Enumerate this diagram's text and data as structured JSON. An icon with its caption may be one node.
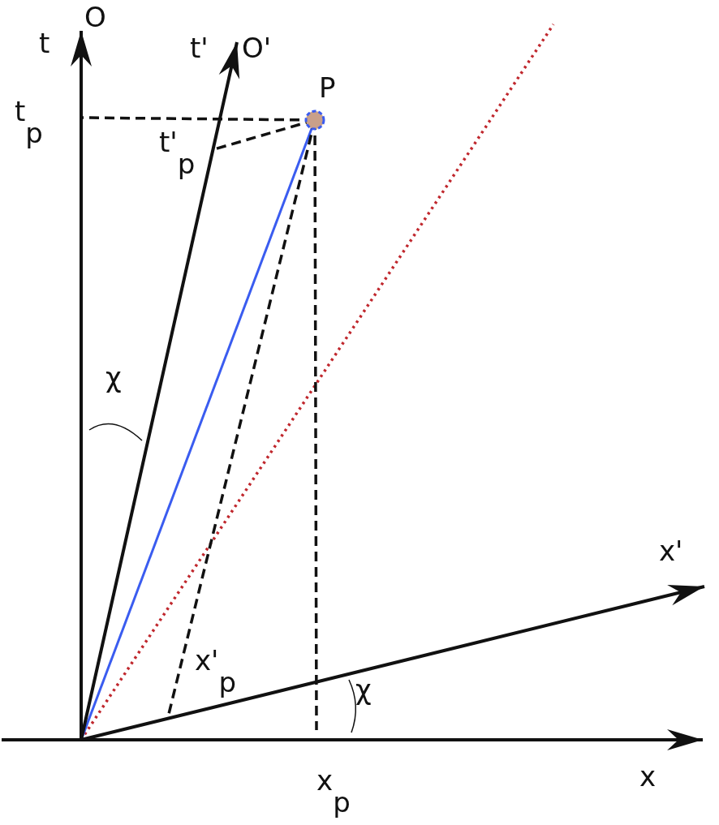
{
  "diagram": {
    "nodes": [
      {
        "text": [],
        "shape": "circle",
        "beside": [
          "P"
        ]
      }
    ],
    "labels": [
      "O",
      "t'",
      "O'",
      "t",
      "t$_{p}$",
      "t'$_{p}$",
      "χ",
      "x'",
      "x'$_{p}$",
      "χ",
      "x",
      "x$_{p}$"
    ]
  }
}
